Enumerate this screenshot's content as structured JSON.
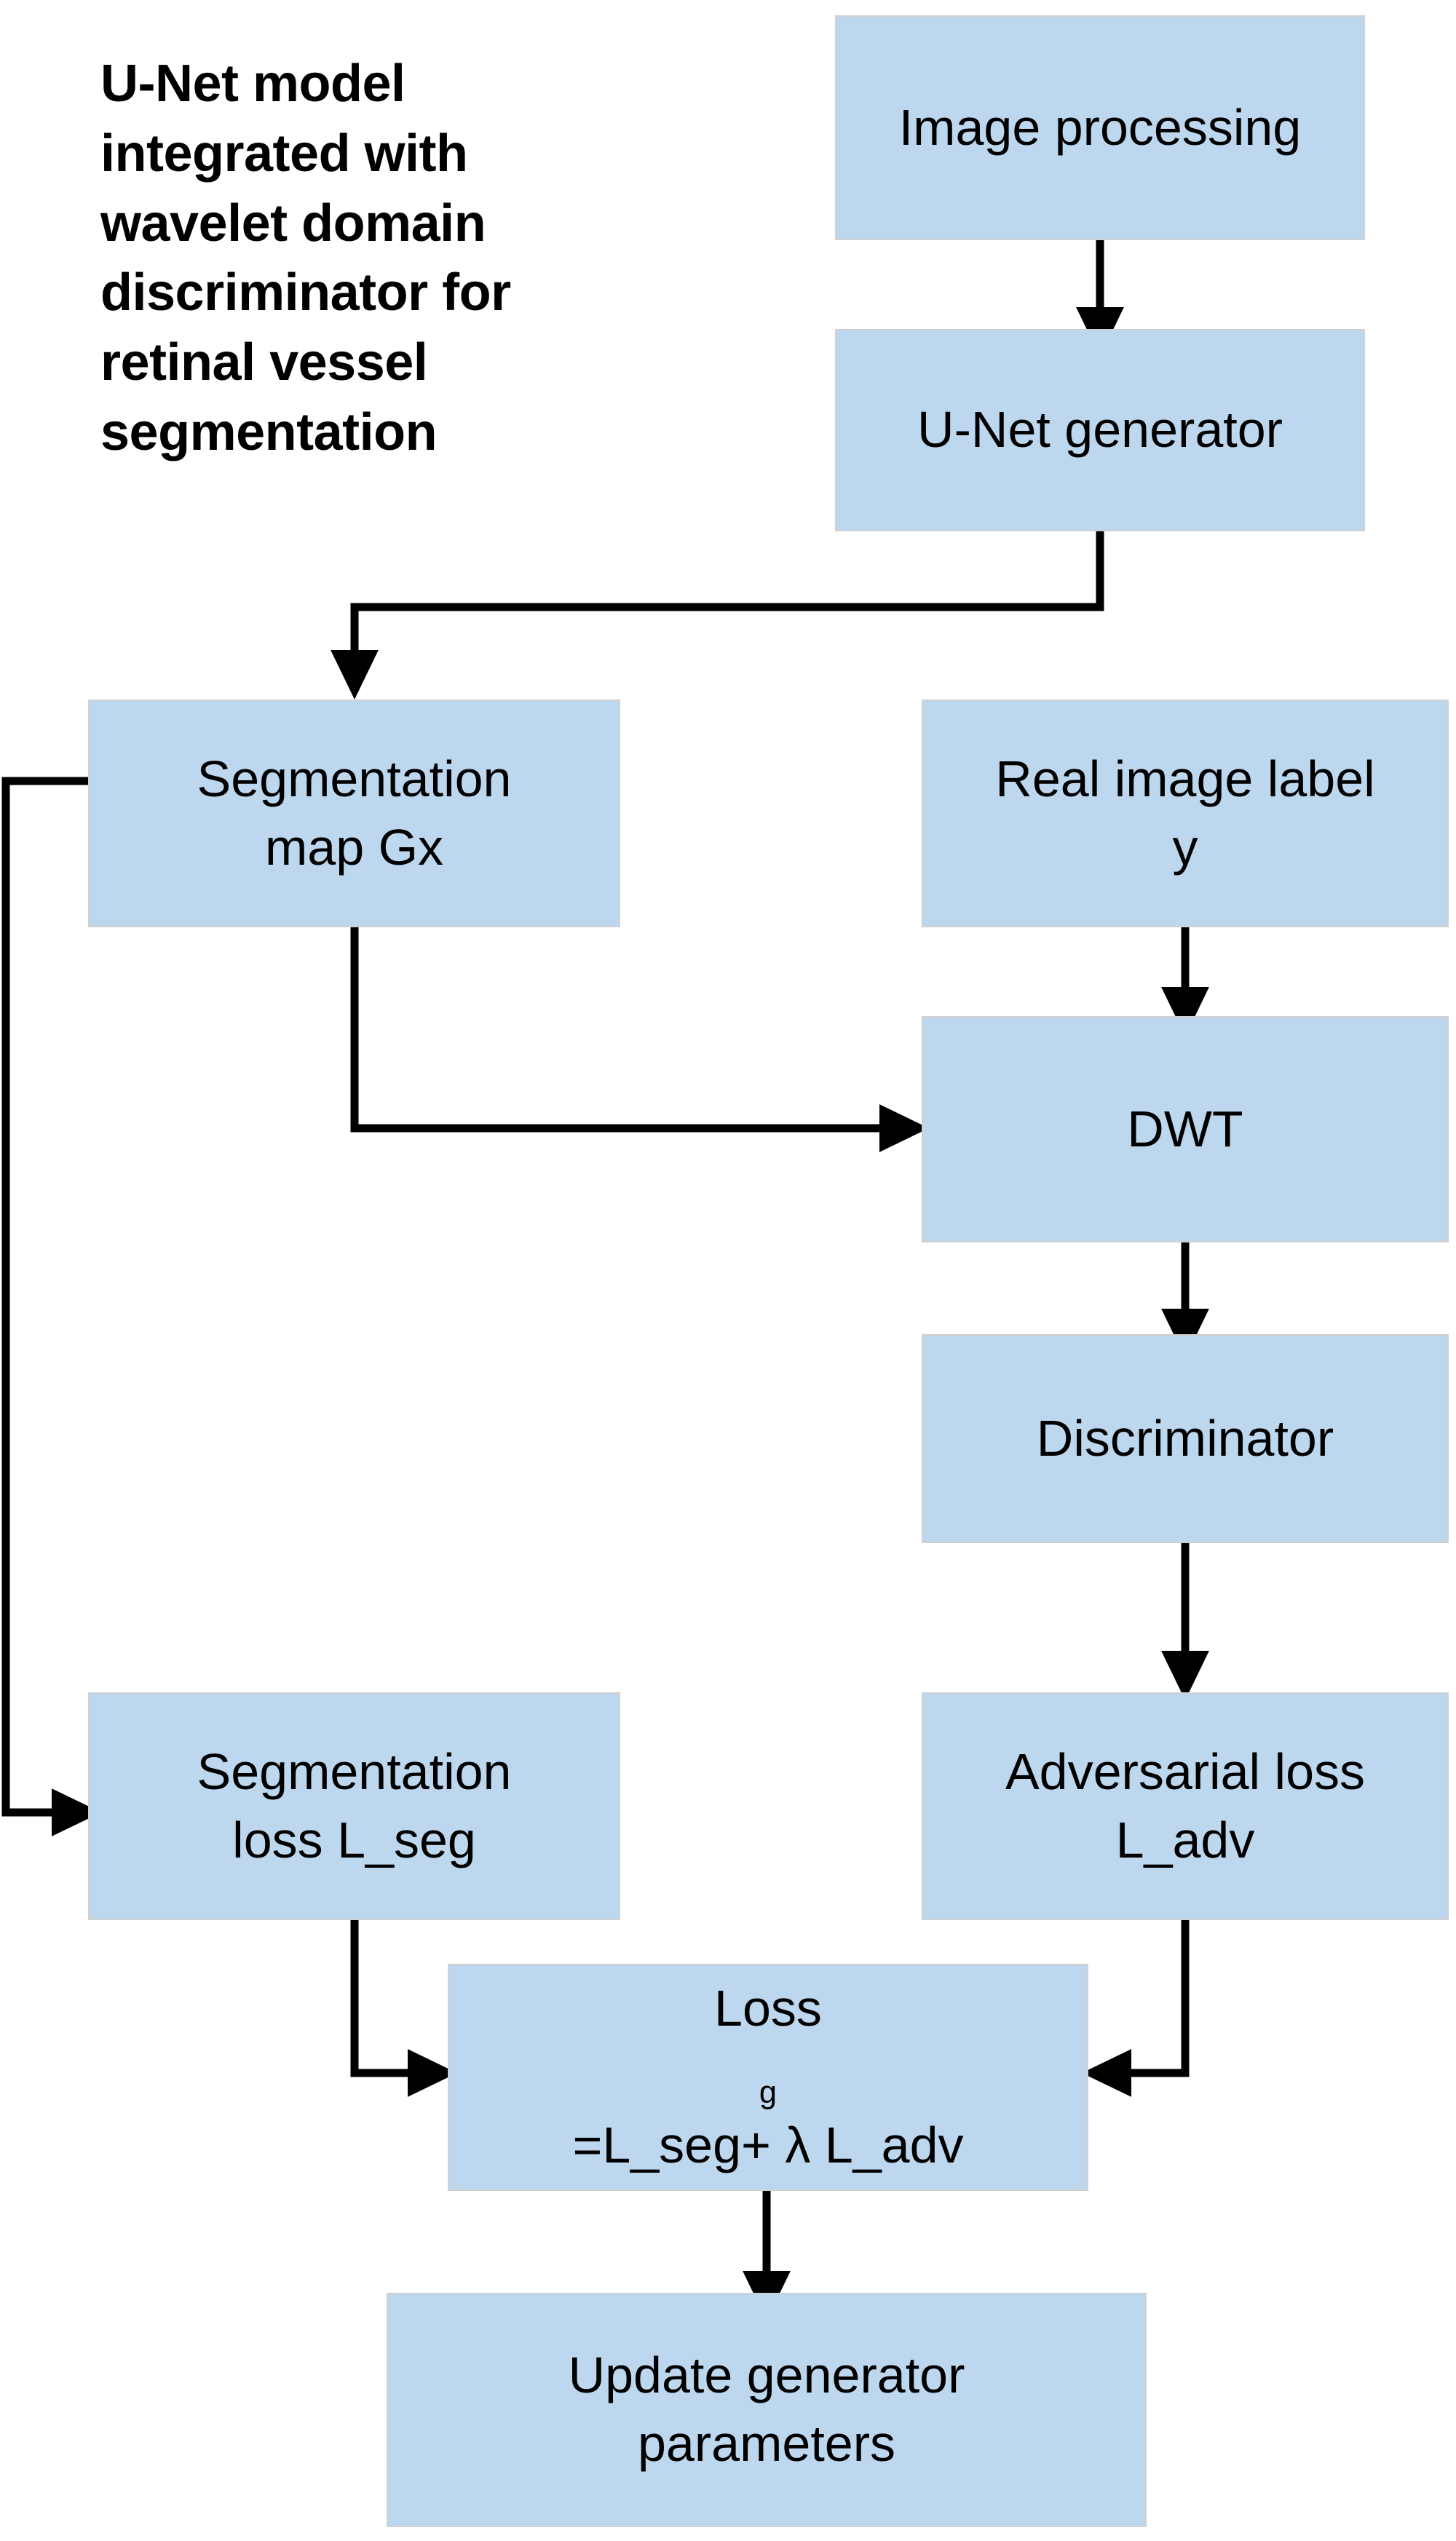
{
  "diagram": {
    "title": "U-Net model integrated with wavelet domain discriminator for retinal vessel segmentation",
    "title_lines": [
      "U-Net model",
      "integrated with",
      "wavelet domain",
      "discriminator for",
      "retinal vessel",
      "segmentation"
    ],
    "colors": {
      "node_fill": "#bdd7ee",
      "node_border": "#d0d0d0",
      "edge": "#000000",
      "text": "#000000",
      "background": "#ffffff"
    },
    "nodes": [
      {
        "id": "image-processing",
        "label": "Image processing",
        "lines": [
          "Image processing"
        ]
      },
      {
        "id": "unet-generator",
        "label": "U-Net generator",
        "lines": [
          "U-Net generator"
        ]
      },
      {
        "id": "segmentation-map",
        "label": "Segmentation map Gx",
        "lines": [
          "Segmentation",
          "map Gx"
        ]
      },
      {
        "id": "real-image-label",
        "label": "Real image label y",
        "lines": [
          "Real image label",
          "y"
        ]
      },
      {
        "id": "dwt",
        "label": "DWT",
        "lines": [
          "DWT"
        ]
      },
      {
        "id": "discriminator",
        "label": "Discriminator",
        "lines": [
          "Discriminator"
        ]
      },
      {
        "id": "segmentation-loss",
        "label": "Segmentation loss L_seg",
        "lines": [
          "Segmentation",
          "loss L_seg"
        ]
      },
      {
        "id": "adversarial-loss",
        "label": "Adversarial loss L_adv",
        "lines": [
          "Adversarial loss",
          "L_adv"
        ]
      },
      {
        "id": "total-loss",
        "label": "Lossg=L_seg+ λ L_adv",
        "formula": {
          "prefix": "Loss",
          "subscript": "g",
          "suffix": "=L_seg+ λ L_adv"
        }
      },
      {
        "id": "update-generator",
        "label": "Update generator parameters",
        "lines": [
          "Update generator",
          "parameters"
        ]
      }
    ],
    "edges": [
      {
        "from": "image-processing",
        "to": "unet-generator",
        "kind": "straight-down"
      },
      {
        "from": "unet-generator",
        "to": "segmentation-map",
        "kind": "elbow-down-left"
      },
      {
        "from": "real-image-label",
        "to": "dwt",
        "kind": "straight-down"
      },
      {
        "from": "segmentation-map",
        "to": "dwt",
        "kind": "elbow-down-right"
      },
      {
        "from": "dwt",
        "to": "discriminator",
        "kind": "straight-down"
      },
      {
        "from": "discriminator",
        "to": "adversarial-loss",
        "kind": "straight-down"
      },
      {
        "from": "segmentation-map",
        "to": "segmentation-loss",
        "kind": "feedback-left"
      },
      {
        "from": "segmentation-loss",
        "to": "total-loss",
        "kind": "elbow-down-right"
      },
      {
        "from": "adversarial-loss",
        "to": "total-loss",
        "kind": "elbow-down-left"
      },
      {
        "from": "total-loss",
        "to": "update-generator",
        "kind": "straight-down"
      }
    ]
  }
}
